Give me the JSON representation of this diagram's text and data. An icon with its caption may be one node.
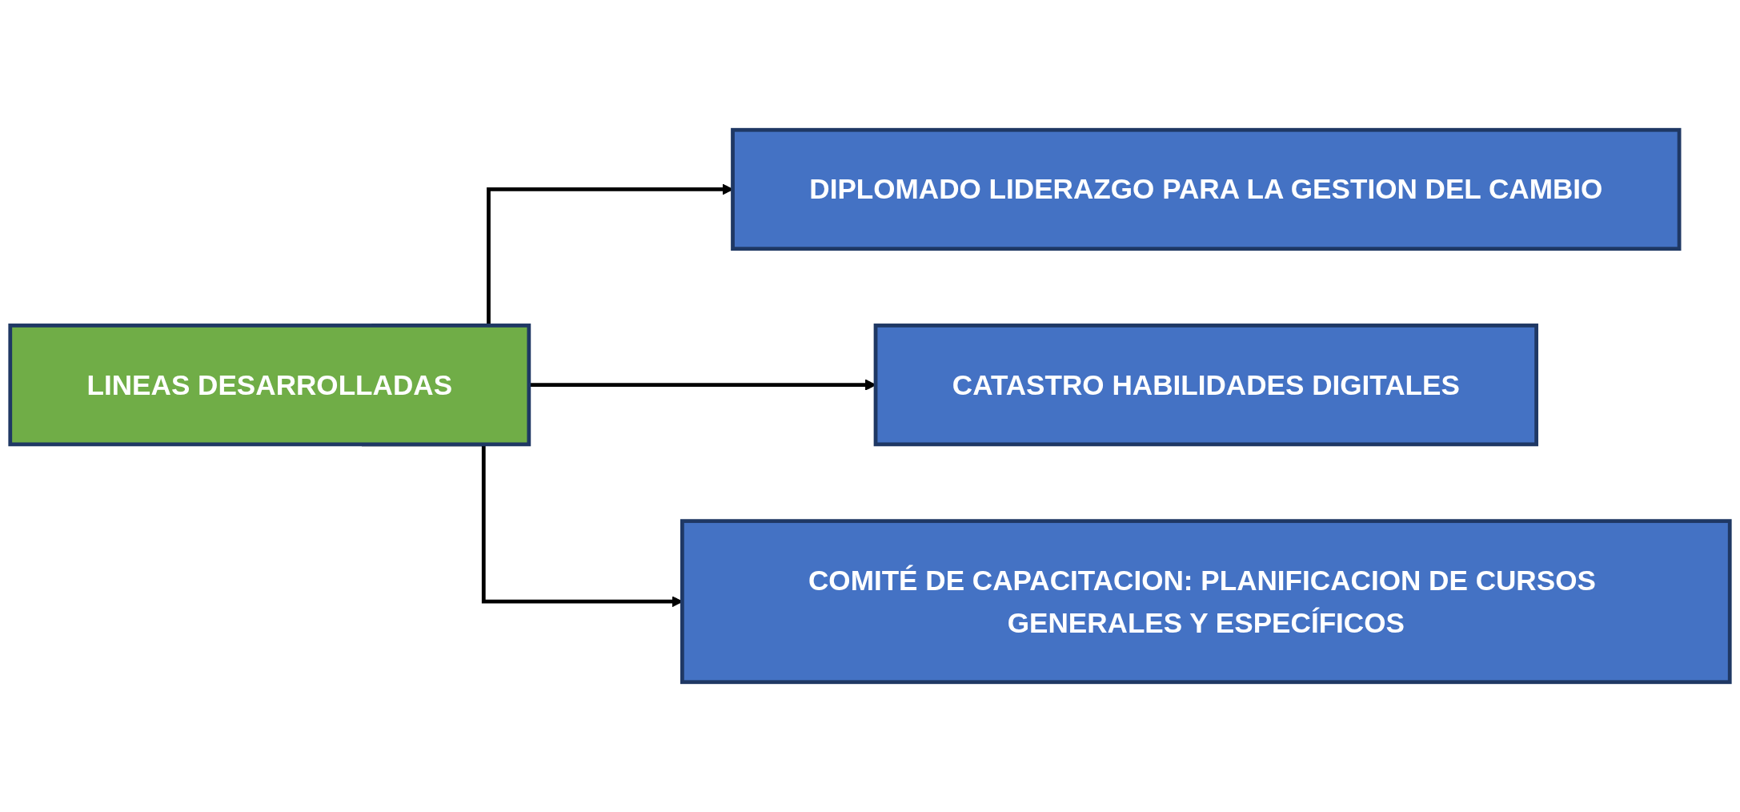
{
  "diagram": {
    "nodes": [
      {
        "text": [
          "LINEAS DESARROLLADAS"
        ]
      },
      {
        "text": [
          "DIPLOMADO LIDERAZGO PARA LA GESTION DEL CAMBIO"
        ]
      },
      {
        "text": [
          "CATASTRO HABILIDADES DIGITALES"
        ]
      },
      {
        "text": [
          "COMITÉ DE CAPACITACION: PLANIFICACION DE CURSOS GENERALES Y ESPECÍFICOS"
        ]
      }
    ],
    "edges": [
      {
        "from": 0,
        "to": 1,
        "arrow": "to"
      },
      {
        "from": 0,
        "to": 2,
        "arrow": "to"
      },
      {
        "from": 0,
        "to": 3,
        "arrow": "to"
      }
    ]
  }
}
